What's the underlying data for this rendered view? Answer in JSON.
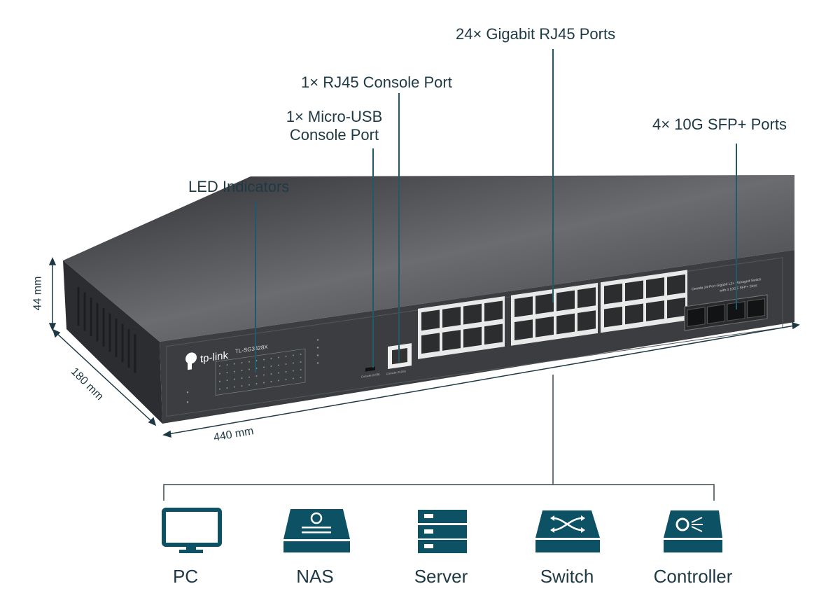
{
  "callouts": {
    "led": "LED Indicators",
    "micro_usb_line1": "1× Micro-USB",
    "micro_usb_line2": "Console Port",
    "rj45_console": "1× RJ45 Console Port",
    "gigabit_ports": "24× Gigabit RJ45 Ports",
    "sfp_ports": "4× 10G SFP+ Ports"
  },
  "dimensions": {
    "height": "44 mm",
    "depth": "180 mm",
    "width": "440 mm"
  },
  "device": {
    "brand": "tp-link",
    "model": "TL-SG3428X",
    "description_line1": "Omada 24-Port Gigabit L2+ Managed Switch",
    "description_line2": "with 4 10GE SFP+ Slots",
    "console_usb_label": "Console (USB)",
    "console_rj45_label": "Console (RJ45)"
  },
  "connectable_devices": [
    {
      "label": "PC",
      "icon": "monitor-icon"
    },
    {
      "label": "NAS",
      "icon": "nas-icon"
    },
    {
      "label": "Server",
      "icon": "server-icon"
    },
    {
      "label": "Switch",
      "icon": "switch-icon"
    },
    {
      "label": "Controller",
      "icon": "controller-icon"
    }
  ],
  "colors": {
    "accent": "#0d5165",
    "line": "#1f5a6a",
    "chassis": "#3a3c3f"
  }
}
